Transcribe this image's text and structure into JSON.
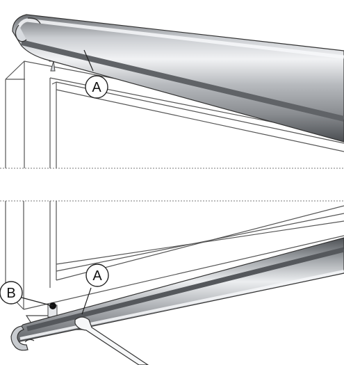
{
  "callouts": {
    "top_a": "A",
    "bottom_a": "A",
    "bottom_b": "B"
  },
  "colors": {
    "rail_dark": "#5f6266",
    "rail_mid": "#a4a7ab",
    "rail_light": "#e3e5e8",
    "line": "#555555",
    "dashed": "#777777"
  }
}
